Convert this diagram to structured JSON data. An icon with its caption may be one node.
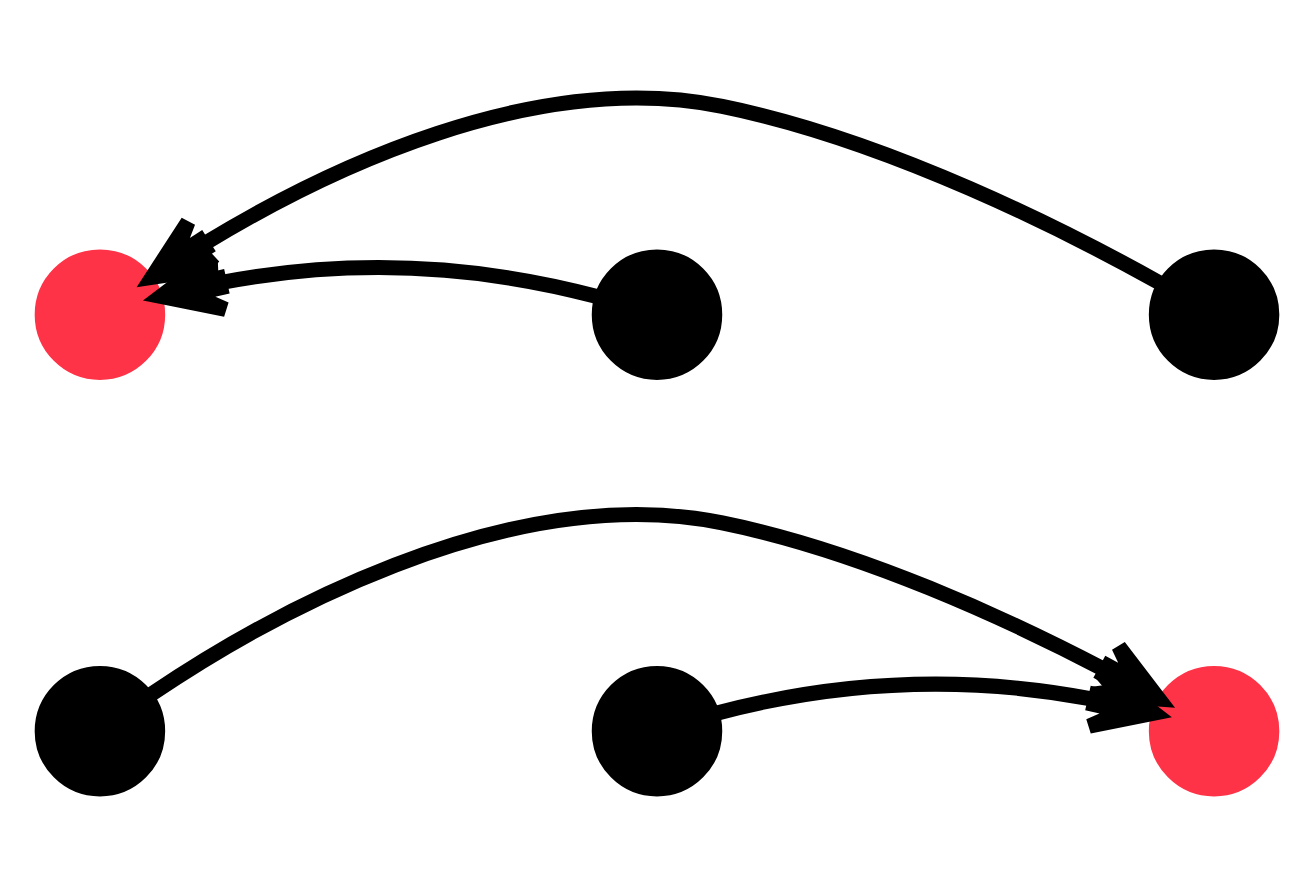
{
  "diagram": {
    "nodes": [
      {
        "text": [],
        "shape": "circle"
      },
      {
        "text": [],
        "shape": "circle"
      },
      {
        "text": [],
        "shape": "circle"
      },
      {
        "text": [],
        "shape": "circle"
      },
      {
        "text": [],
        "shape": "circle"
      },
      {
        "text": [],
        "shape": "circle"
      }
    ],
    "edges": [
      {
        "from": 2,
        "to": 0,
        "arrow": "to"
      },
      {
        "from": 1,
        "to": 0,
        "arrow": "to"
      },
      {
        "from": 3,
        "to": 5,
        "arrow": "to"
      },
      {
        "from": 4,
        "to": 5,
        "arrow": "to"
      }
    ]
  }
}
